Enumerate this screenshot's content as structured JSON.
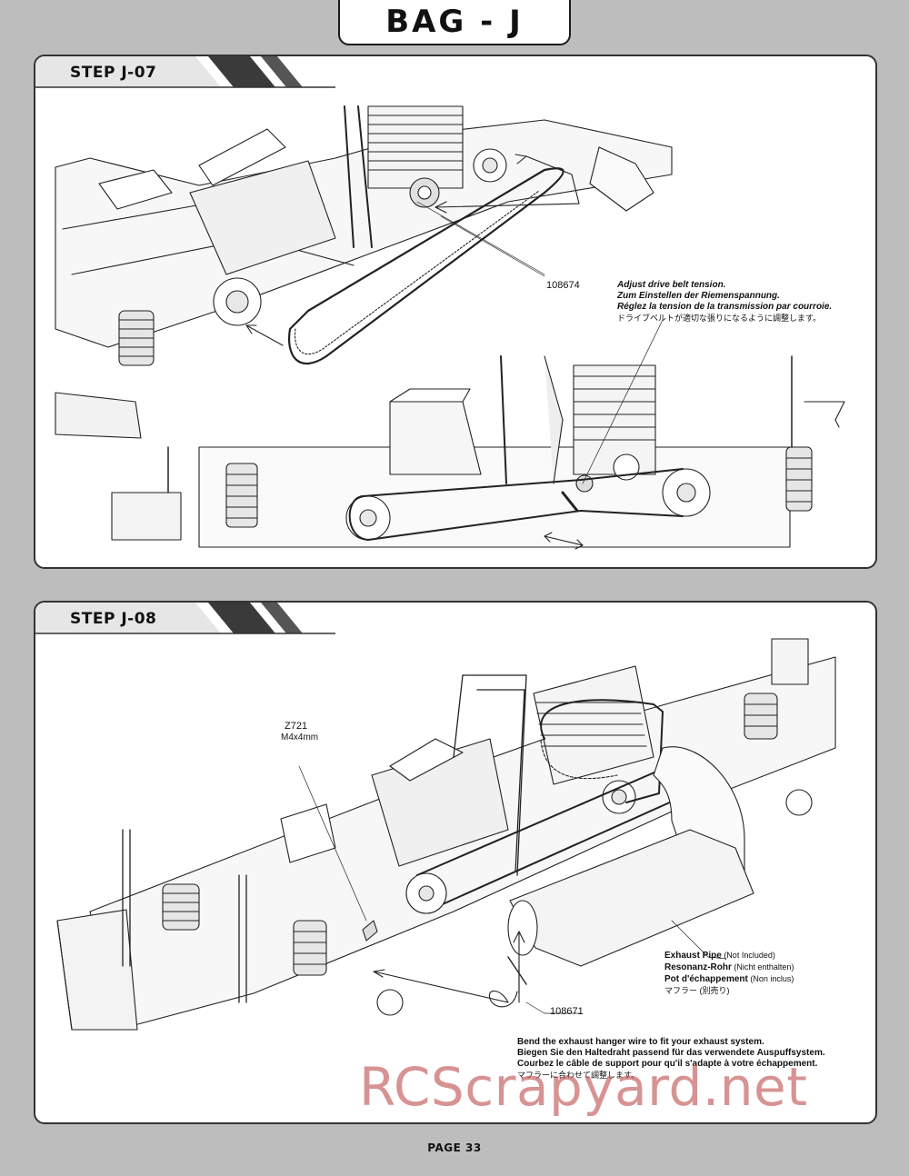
{
  "header": {
    "bag_title": "BAG - J"
  },
  "steps": [
    {
      "step_label": "STEP J-07",
      "part_number": "108674",
      "note": [
        "Adjust drive belt tension.",
        "Zum Einstellen der Riemenspannung.",
        "Réglez la tension de la transmission par courroie.",
        "ドライブベルトが適切な張りになるように調整します。"
      ]
    },
    {
      "step_label": "STEP J-08",
      "screw_part": "Z721",
      "screw_size": "M4x4mm",
      "exhaust_pipe": [
        {
          "main": "Exhaust Pipe",
          "sub": " (Not Included)"
        },
        {
          "main": "Resonanz-Rohr",
          "sub": " (Nicht enthalten)"
        },
        {
          "main": "Pot d'échappement",
          "sub": " (Non inclus)"
        },
        {
          "main": "マフラー",
          "sub": " (別売り)"
        }
      ],
      "part_number": "108671",
      "note": [
        "Bend the exhaust hanger wire to fit your exhaust system.",
        "Biegen Sie den Haltedraht passend für das verwendete Auspuffsystem.",
        "Courbez le câble de support pour qu'il s'adapte à votre échappement.",
        "マフラーに合わせて調整します。"
      ]
    }
  ],
  "footer": {
    "page_label": "PAGE 33"
  },
  "watermark": {
    "text": "RCScrapyard.net"
  },
  "colors": {
    "background": "#bdbdbd",
    "panel": "#ffffff",
    "ink": "#111111",
    "watermark": "#be5050"
  }
}
